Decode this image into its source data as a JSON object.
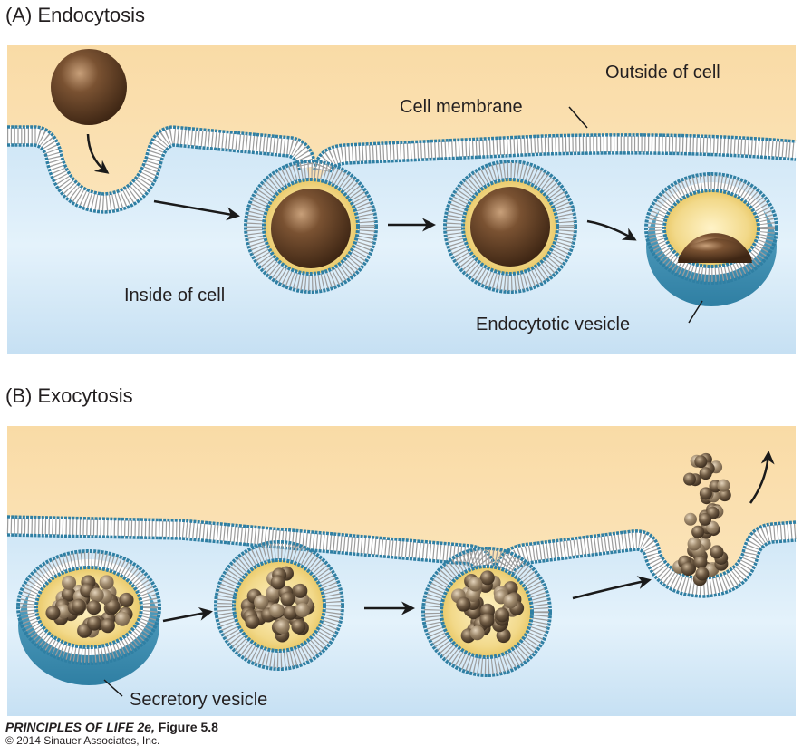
{
  "panels": [
    {
      "id": "A",
      "title": "(A)  Endocytosis",
      "labels": {
        "outside": "Outside of cell",
        "membrane": "Cell membrane",
        "inside": "Inside of cell",
        "vesicle": "Endocytotic vesicle"
      },
      "stages": [
        "particle-approaching",
        "membrane-invaginating",
        "vesicle-pinching-off",
        "vesicle-closed",
        "endocytotic-vesicle-internalized"
      ]
    },
    {
      "id": "B",
      "title": "(B)  Exocytosis",
      "labels": {
        "vesicle": "Secretory vesicle"
      },
      "stages": [
        "secretory-vesicle",
        "vesicle-approaching-membrane",
        "vesicle-fusing",
        "contents-released"
      ]
    }
  ],
  "caption": {
    "figure_book": "PRINCIPLES OF LIFE 2e,",
    "figure_num": " Figure 5.8",
    "copyright": "© 2014 Sinauer Associates, Inc."
  },
  "colors": {
    "outside_fill": "#fbe5b9",
    "inside_fill": "#cfe6f6",
    "membrane_head": "#2f7fa3",
    "membrane_tail": "#ffffff",
    "vesicle_lumen": "#eccb6a",
    "particle": "#5b3a21",
    "arrow": "#1a1a1a",
    "text": "#231f20"
  }
}
